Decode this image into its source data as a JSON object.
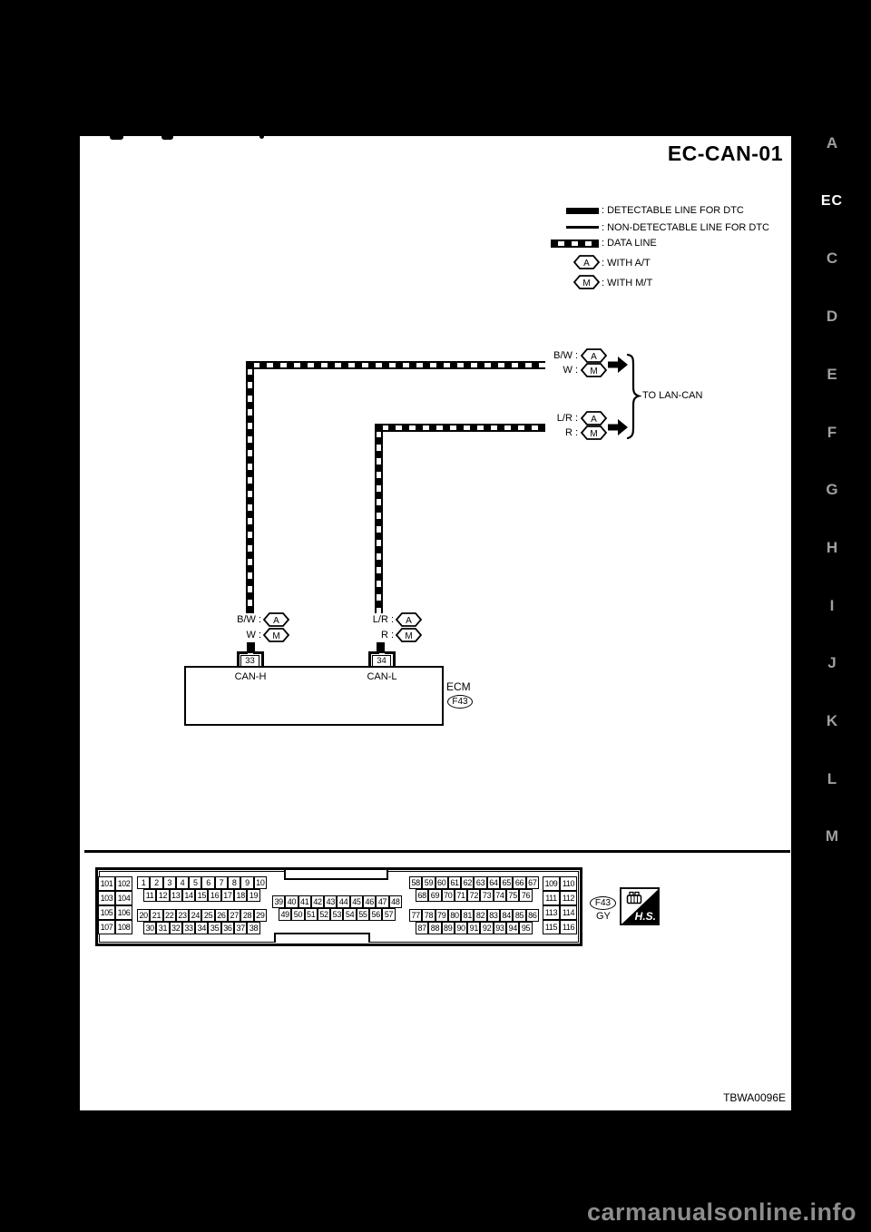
{
  "page": {
    "title": "EC-CAN-01",
    "diagram_code": "TBWA0096E",
    "watermark": "carmanualsonline.info"
  },
  "side_tabs": [
    "A",
    "EC",
    "C",
    "D",
    "E",
    "F",
    "G",
    "H",
    "I",
    "J",
    "K",
    "L",
    "M"
  ],
  "side_tabs_active": "EC",
  "badges": {
    "a": "A",
    "m": "M"
  },
  "legend": {
    "detectable_label": ": DETECTABLE LINE FOR DTC",
    "non_detectable_label": ": NON-DETECTABLE LINE FOR DTC",
    "data_line_label": ": DATA LINE",
    "with_at_label": ": WITH A/T",
    "with_mt_label": ": WITH M/T"
  },
  "wires": {
    "destination": "TO LAN-CAN",
    "can_h": {
      "signal": "CAN-H",
      "pin": "33",
      "at_color": "B/W :",
      "mt_color": "W :"
    },
    "can_l": {
      "signal": "CAN-L",
      "pin": "34",
      "at_color": "L/R :",
      "mt_color": "R :"
    }
  },
  "ecm": {
    "name": "ECM",
    "connector": "F43"
  },
  "connector_view": {
    "id": "F43",
    "color": "GY",
    "hs_label": "H.S.",
    "rows": {
      "a1": [
        "1",
        "2",
        "3",
        "4",
        "5",
        "6",
        "7",
        "8",
        "9",
        "10"
      ],
      "a2": [
        "11",
        "12",
        "13",
        "14",
        "15",
        "16",
        "17",
        "18",
        "19"
      ],
      "a3": [
        "20",
        "21",
        "22",
        "23",
        "24",
        "25",
        "26",
        "27",
        "28",
        "29"
      ],
      "a4": [
        "30",
        "31",
        "32",
        "33",
        "34",
        "35",
        "36",
        "37",
        "38"
      ],
      "m1": [
        "39",
        "40",
        "41",
        "42",
        "43",
        "44",
        "45",
        "46",
        "47",
        "48"
      ],
      "m2": [
        "49",
        "50",
        "51",
        "52",
        "53",
        "54",
        "55",
        "56",
        "57"
      ],
      "b1": [
        "58",
        "59",
        "60",
        "61",
        "62",
        "63",
        "64",
        "65",
        "66",
        "67"
      ],
      "b2": [
        "68",
        "69",
        "70",
        "71",
        "72",
        "73",
        "74",
        "75",
        "76"
      ],
      "b3": [
        "77",
        "78",
        "79",
        "80",
        "81",
        "82",
        "83",
        "84",
        "85",
        "86"
      ],
      "b4": [
        "87",
        "88",
        "89",
        "90",
        "91",
        "92",
        "93",
        "94",
        "95"
      ]
    },
    "left_grid": [
      [
        "101",
        "102"
      ],
      [
        "103",
        "104"
      ],
      [
        "105",
        "106"
      ],
      [
        "107",
        "108"
      ]
    ],
    "right_grid": [
      [
        "109",
        "110"
      ],
      [
        "111",
        "112"
      ],
      [
        "113",
        "114"
      ],
      [
        "115",
        "116"
      ]
    ]
  }
}
